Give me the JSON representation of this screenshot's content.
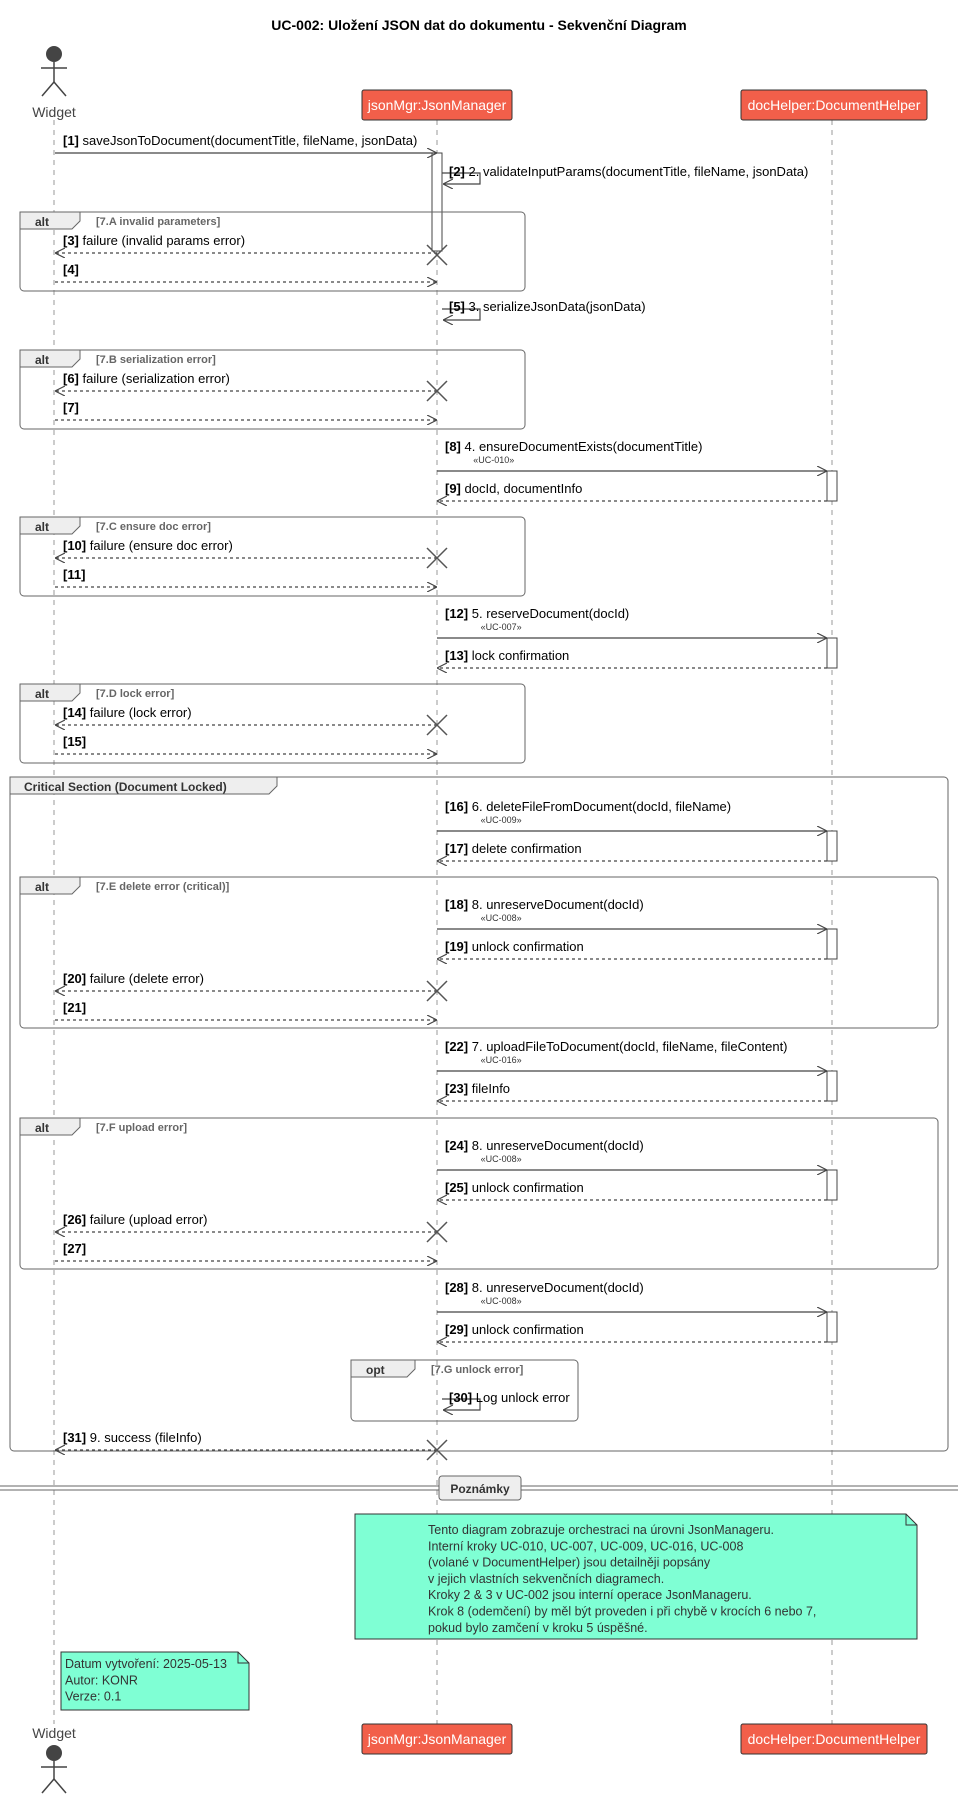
{
  "title": "UC-002: Uložení JSON dat do dokumentu - Sekvenční Diagram",
  "participants": {
    "widget": "Widget",
    "json": "jsonMgr:JsonManager",
    "doc": "docHelper:DocumentHelper"
  },
  "colors": {
    "participant_fill": "#F25F4A",
    "participant_text": "#FFFFFF",
    "note_fill": "#7FFFD4",
    "line": "#444444",
    "frame": "#666666"
  },
  "frames": [
    {
      "kind": "alt",
      "label": "[7.A invalid parameters]"
    },
    {
      "kind": "alt",
      "label": "[7.B serialization error]"
    },
    {
      "kind": "alt",
      "label": "[7.C ensure doc error]"
    },
    {
      "kind": "alt",
      "label": "[7.D lock error]"
    },
    {
      "kind": "group",
      "label": "Critical Section (Document Locked)"
    },
    {
      "kind": "alt",
      "label": "[7.E delete error (critical)]"
    },
    {
      "kind": "alt",
      "label": "[7.F upload error]"
    },
    {
      "kind": "opt",
      "label": "[7.G unlock error]"
    }
  ],
  "messages": [
    {
      "num": "[1]",
      "text": "saveJsonToDocument(documentTitle, fileName, jsonData)",
      "stereo": ""
    },
    {
      "num": "[2]",
      "text": "2. validateInputParams(documentTitle, fileName, jsonData)",
      "stereo": ""
    },
    {
      "num": "[3]",
      "text": "failure (invalid params error)",
      "stereo": ""
    },
    {
      "num": "[4]",
      "text": "",
      "stereo": ""
    },
    {
      "num": "[5]",
      "text": "3. serializeJsonData(jsonData)",
      "stereo": ""
    },
    {
      "num": "[6]",
      "text": "failure (serialization error)",
      "stereo": ""
    },
    {
      "num": "[7]",
      "text": "",
      "stereo": ""
    },
    {
      "num": "[8]",
      "text": "4. ensureDocumentExists(documentTitle)",
      "stereo": "«UC-010»"
    },
    {
      "num": "[9]",
      "text": "docId, documentInfo",
      "stereo": ""
    },
    {
      "num": "[10]",
      "text": "failure (ensure doc error)",
      "stereo": ""
    },
    {
      "num": "[11]",
      "text": "",
      "stereo": ""
    },
    {
      "num": "[12]",
      "text": "5. reserveDocument(docId)",
      "stereo": "«UC-007»"
    },
    {
      "num": "[13]",
      "text": "lock confirmation",
      "stereo": ""
    },
    {
      "num": "[14]",
      "text": "failure (lock error)",
      "stereo": ""
    },
    {
      "num": "[15]",
      "text": "",
      "stereo": ""
    },
    {
      "num": "[16]",
      "text": "6. deleteFileFromDocument(docId, fileName)",
      "stereo": "«UC-009»"
    },
    {
      "num": "[17]",
      "text": "delete confirmation",
      "stereo": ""
    },
    {
      "num": "[18]",
      "text": "8. unreserveDocument(docId)",
      "stereo": "«UC-008»"
    },
    {
      "num": "[19]",
      "text": "unlock confirmation",
      "stereo": ""
    },
    {
      "num": "[20]",
      "text": "failure (delete error)",
      "stereo": ""
    },
    {
      "num": "[21]",
      "text": "",
      "stereo": ""
    },
    {
      "num": "[22]",
      "text": "7. uploadFileToDocument(docId, fileName, fileContent)",
      "stereo": "«UC-016»"
    },
    {
      "num": "[23]",
      "text": "fileInfo",
      "stereo": ""
    },
    {
      "num": "[24]",
      "text": "8. unreserveDocument(docId)",
      "stereo": "«UC-008»"
    },
    {
      "num": "[25]",
      "text": "unlock confirmation",
      "stereo": ""
    },
    {
      "num": "[26]",
      "text": "failure (upload error)",
      "stereo": ""
    },
    {
      "num": "[27]",
      "text": "",
      "stereo": ""
    },
    {
      "num": "[28]",
      "text": "8. unreserveDocument(docId)",
      "stereo": "«UC-008»"
    },
    {
      "num": "[29]",
      "text": "unlock confirmation",
      "stereo": ""
    },
    {
      "num": "[30]",
      "text": "Log unlock error",
      "stereo": ""
    },
    {
      "num": "[31]",
      "text": "9. success (fileInfo)",
      "stereo": ""
    }
  ],
  "divider": "Poznámky",
  "note_main": [
    "Tento diagram zobrazuje orchestraci na úrovni JsonManageru.",
    "Interní kroky UC-010, UC-007, UC-009, UC-016, UC-008",
    "(volané v DocumentHelper) jsou detailněji popsány",
    "v jejich vlastních sekvenčních diagramech.",
    "Kroky 2 & 3 v UC-002 jsou interní operace JsonManageru.",
    "Krok 8 (odemčení) by měl být proveden i při chybě v krocích 6 nebo 7,",
    "pokud bylo zamčení v kroku 5 úspěšné."
  ],
  "note_meta": [
    "Datum vytvoření: 2025-05-13",
    "Autor: KONR",
    "Verze: 0.1"
  ]
}
